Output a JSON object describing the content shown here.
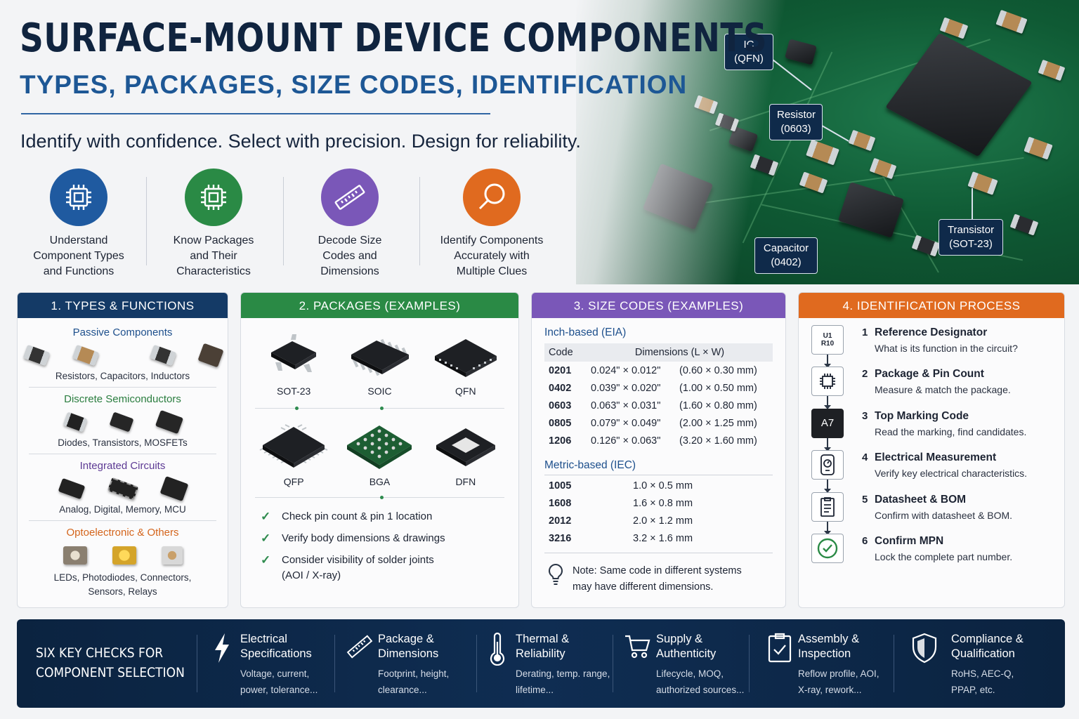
{
  "header": {
    "title": "SURFACE-MOUNT DEVICE COMPONENTS",
    "subtitle": "TYPES, PACKAGES, SIZE CODES, IDENTIFICATION",
    "tagline": "Identify with confidence. Select with precision. Design for reliability."
  },
  "features": [
    {
      "label_1": "Understand",
      "label_2": "Component Types",
      "label_3": "and Functions",
      "color": "#1f5aa0"
    },
    {
      "label_1": "Know Packages",
      "label_2": "and Their",
      "label_3": "Characteristics",
      "color": "#2a8a45"
    },
    {
      "label_1": "Decode Size",
      "label_2": "Codes and",
      "label_3": "Dimensions",
      "color": "#7a57b8"
    },
    {
      "label_1": "Identify Components",
      "label_2": "Accurately with",
      "label_3": "Multiple Clues",
      "color": "#e06a1f"
    }
  ],
  "callouts": {
    "ic": {
      "line1": "IC",
      "line2": "(QFN)"
    },
    "resistor": {
      "line1": "Resistor",
      "line2": "(0603)"
    },
    "capacitor": {
      "line1": "Capacitor",
      "line2": "(0402)"
    },
    "transistor": {
      "line1": "Transistor",
      "line2": "(SOT-23)"
    }
  },
  "panels": {
    "types": {
      "title": "1. TYPES & FUNCTIONS",
      "color": "#143a66",
      "sections": [
        {
          "name": "Passive Components",
          "desc": "Resistors, Capacitors, Inductors",
          "color": "#1d4f8c"
        },
        {
          "name": "Discrete Semiconductors",
          "desc": "Diodes, Transistors, MOSFETs",
          "color": "#2a7d3f"
        },
        {
          "name": "Integrated Circuits",
          "desc": "Analog, Digital, Memory, MCU",
          "color": "#5d3a94"
        },
        {
          "name": "Optoelectronic & Others",
          "desc_1": "LEDs, Photodiodes, Connectors,",
          "desc_2": "Sensors, Relays",
          "color": "#d4651c"
        }
      ]
    },
    "packages": {
      "title": "2. PACKAGES (EXAMPLES)",
      "color": "#2a8a45",
      "items": [
        "SOT-23",
        "SOIC",
        "QFN",
        "QFP",
        "BGA",
        "DFN"
      ],
      "checks": [
        "Check pin count & pin 1 location",
        "Verify body dimensions & drawings",
        "Consider visibility of solder joints",
        "(AOI / X-ray)"
      ]
    },
    "sizes": {
      "title": "3. SIZE CODES (EXAMPLES)",
      "color": "#7a57b8",
      "inch_label": "Inch-based (EIA)",
      "col_code": "Code",
      "col_dims": "Dimensions (L × W)",
      "inch_rows": [
        {
          "code": "0201",
          "inch": "0.024\" × 0.012\"",
          "mm": "(0.60 × 0.30 mm)"
        },
        {
          "code": "0402",
          "inch": "0.039\" × 0.020\"",
          "mm": "(1.00 × 0.50 mm)"
        },
        {
          "code": "0603",
          "inch": "0.063\" × 0.031\"",
          "mm": "(1.60 × 0.80 mm)"
        },
        {
          "code": "0805",
          "inch": "0.079\" × 0.049\"",
          "mm": "(2.00 × 1.25 mm)"
        },
        {
          "code": "1206",
          "inch": "0.126\" × 0.063\"",
          "mm": "(3.20 × 1.60 mm)"
        }
      ],
      "metric_label": "Metric-based (IEC)",
      "metric_rows": [
        {
          "code": "1005",
          "mm": "1.0 × 0.5 mm"
        },
        {
          "code": "1608",
          "mm": "1.6 × 0.8 mm"
        },
        {
          "code": "2012",
          "mm": "2.0 × 1.2 mm"
        },
        {
          "code": "3216",
          "mm": "3.2 × 1.6 mm"
        }
      ],
      "note_1": "Note: Same code in different systems",
      "note_2": "may have different dimensions."
    },
    "identification": {
      "title": "4. IDENTIFICATION PROCESS",
      "color": "#e06a1f",
      "designator_icon_1": "U1",
      "designator_icon_2": "R10",
      "marking_icon": "A7",
      "steps": [
        {
          "num": "1",
          "title": "Reference Designator",
          "desc": "What is its function in the circuit?",
          "icon": "designator-icon"
        },
        {
          "num": "2",
          "title": "Package & Pin Count",
          "desc": "Measure & match the package.",
          "icon": "chip-icon"
        },
        {
          "num": "3",
          "title": "Top Marking Code",
          "desc": "Read the marking, find candidates.",
          "icon": "marking-icon"
        },
        {
          "num": "4",
          "title": "Electrical Measurement",
          "desc": "Verify key electrical characteristics.",
          "icon": "multimeter-icon"
        },
        {
          "num": "5",
          "title": "Datasheet & BOM",
          "desc": "Confirm with datasheet & BOM.",
          "icon": "datasheet-icon"
        },
        {
          "num": "6",
          "title": "Confirm MPN",
          "desc": "Lock the complete part number.",
          "icon": "check-circle-icon"
        }
      ]
    }
  },
  "bottom_bar": {
    "title_1": "SIX KEY CHECKS FOR",
    "title_2": "COMPONENT SELECTION",
    "items": [
      {
        "t1": "Electrical",
        "t2": "Specifications",
        "d1": "Voltage, current,",
        "d2": "power, tolerance...",
        "icon": "lightning-icon"
      },
      {
        "t1": "Package &",
        "t2": "Dimensions",
        "d1": "Footprint, height,",
        "d2": "clearance...",
        "icon": "ruler-icon"
      },
      {
        "t1": "Thermal &",
        "t2": "Reliability",
        "d1": "Derating, temp. range,",
        "d2": "lifetime...",
        "icon": "thermometer-icon"
      },
      {
        "t1": "Supply &",
        "t2": "Authenticity",
        "d1": "Lifecycle, MOQ,",
        "d2": "authorized sources...",
        "icon": "cart-icon"
      },
      {
        "t1": "Assembly &",
        "t2": "Inspection",
        "d1": "Reflow profile, AOI,",
        "d2": "X-ray, rework...",
        "icon": "clipboard-check-icon"
      },
      {
        "t1": "Compliance &",
        "t2": "Qualification",
        "d1": "RoHS, AEC-Q,",
        "d2": "PPAP, etc.",
        "icon": "shield-icon"
      }
    ]
  }
}
